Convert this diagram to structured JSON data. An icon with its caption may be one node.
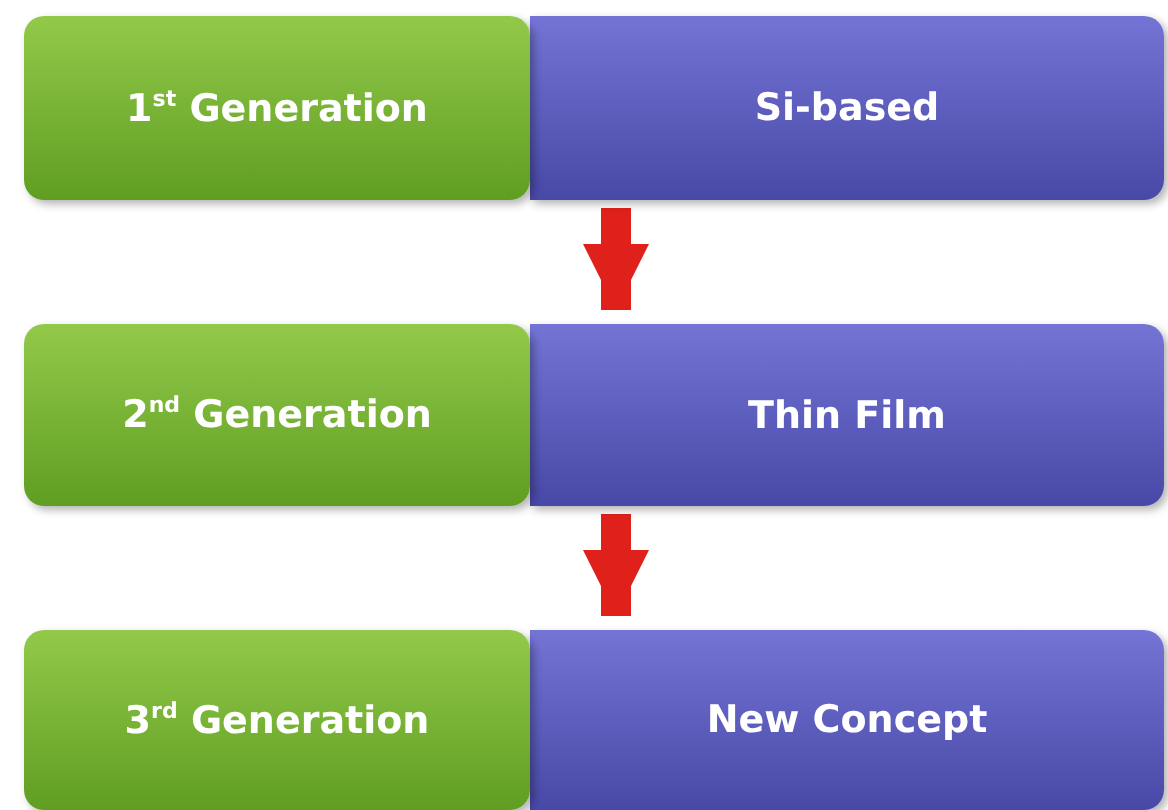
{
  "diagram": {
    "nodes": [
      {
        "text": [
          "1$^{st}$ Generation"
        ]
      },
      {
        "text": [
          "Si-based"
        ]
      },
      {
        "text": [
          "2$^{nd}$ Generation"
        ]
      },
      {
        "text": [
          "Thin Film"
        ]
      },
      {
        "text": [
          "3$^{rd}$ Generation"
        ]
      },
      {
        "text": [
          "New Concept"
        ]
      }
    ],
    "edges": [
      {
        "from": 1,
        "to": 3,
        "arrow": "to"
      },
      {
        "from": 3,
        "to": 5,
        "arrow": "to"
      }
    ]
  }
}
